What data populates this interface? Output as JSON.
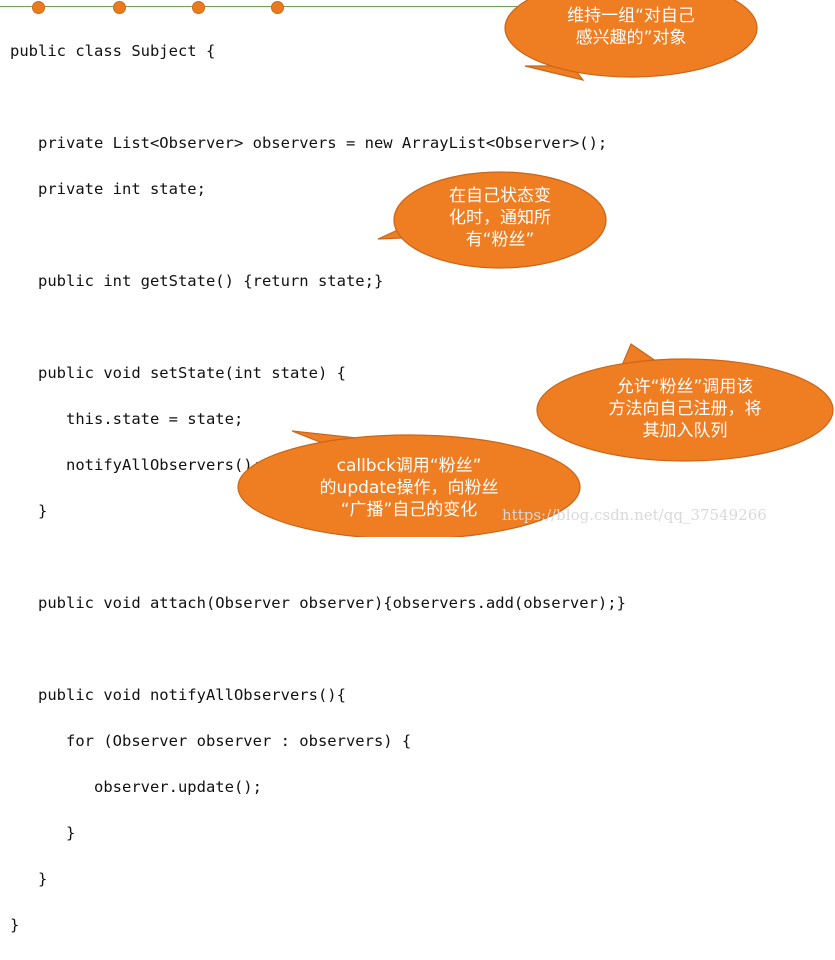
{
  "code_lines": [
    "public class Subject {",
    "",
    "   private List<Observer> observers = new ArrayList<Observer>();",
    "   private int state;",
    "",
    "   public int getState() {return state;}",
    "",
    "   public void setState(int state) {",
    "      this.state = state;",
    "      notifyAllObservers();",
    "   }",
    "",
    "   public void attach(Observer observer){observers.add(observer);}",
    "",
    "   public void notifyAllObservers(){",
    "      for (Observer observer : observers) {",
    "         observer.update();",
    "      }",
    "   }",
    "}"
  ],
  "callouts": {
    "maintain": [
      "维持一组“对自己",
      "感兴趣的”对象"
    ],
    "notify": [
      "在自己状态变",
      "化时，通知所",
      "有“粉丝”"
    ],
    "attach": [
      "允许“粉丝”调用该",
      "方法向自己注册，将",
      "其加入队列"
    ],
    "callback": [
      "callbck调用“粉丝”",
      "的update操作，向粉丝",
      "“广播”自己的变化"
    ]
  },
  "watermark": "https://blog.csdn.net/qq_37549266",
  "colors": {
    "bubble": "#ef7d22",
    "bubble_edge": "#c9661a",
    "line": "#6aa84f"
  }
}
